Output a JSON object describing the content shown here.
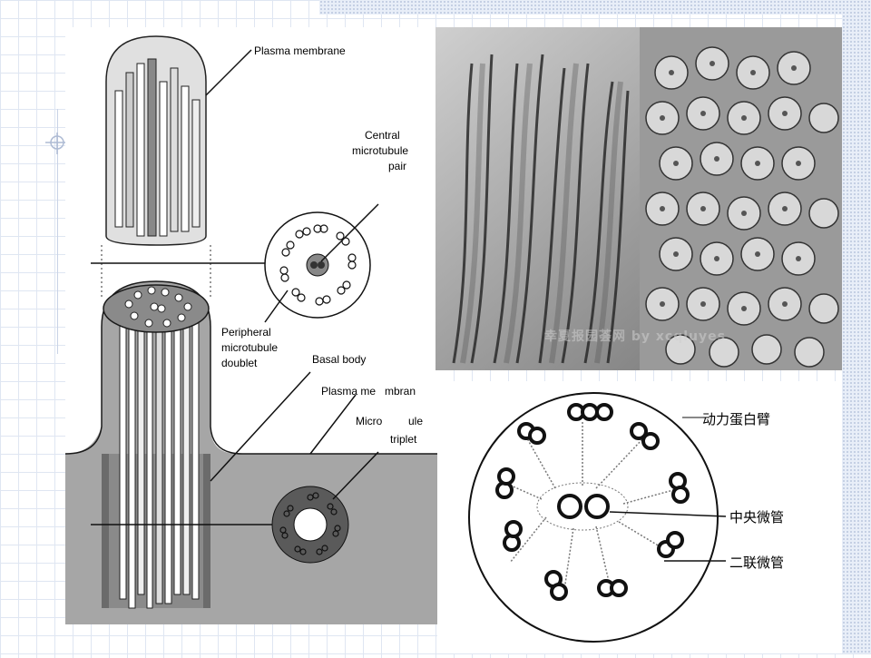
{
  "left_diagram": {
    "labels": {
      "plasma_membrane_top": "Plasma membrane",
      "central_pair_1": "Central",
      "central_pair_2": "microtubule",
      "central_pair_3": "pair",
      "peripheral_1": "Peripheral",
      "peripheral_2": "microtubule",
      "peripheral_3": "doublet",
      "basal_body": "Basal body",
      "plasma_membrane_lower": "Plasma me",
      "plasma_membrane_lower_2": "mbran",
      "micro_tubule_1": "Micro",
      "micro_tubule_1b": "ule",
      "micro_tubule_2": "triplet"
    }
  },
  "micrograph": {
    "watermark": "幸夏报园荟网 by xcqluyes"
  },
  "cross_section": {
    "labels": {
      "dynein_arm": "动力蛋白臂",
      "central_microtubule": "中央微管",
      "doublet_microtubule": "二联微管"
    }
  },
  "colors": {
    "tissue_gray": "#a6a6a6",
    "dark_gray": "#5a5a5a",
    "line": "#1a1a1a"
  }
}
